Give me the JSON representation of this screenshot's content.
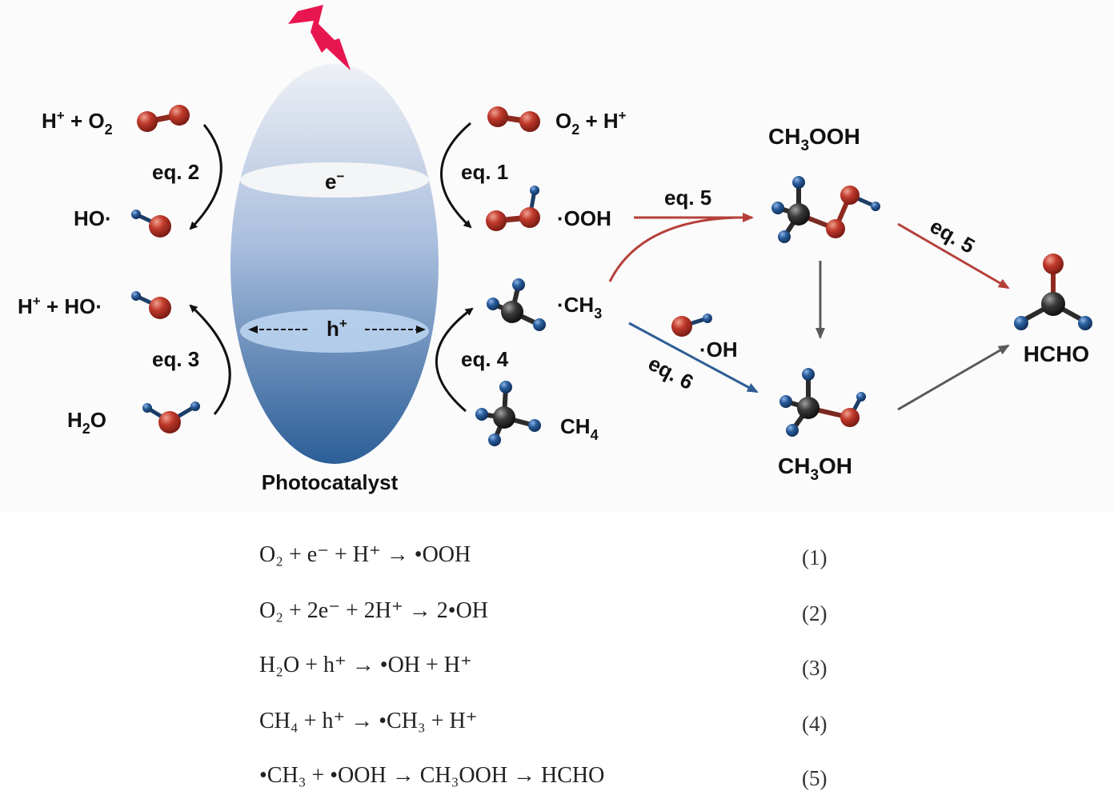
{
  "diagram": {
    "catalyst_label": "Photocatalyst",
    "electron": {
      "base": "e",
      "sup": "−"
    },
    "hole": {
      "base": "h",
      "sup": "+"
    },
    "left": {
      "h_o2": {
        "a": "H",
        "a_sup": "+",
        "mid": " + O",
        "sub": "2"
      },
      "eq2": "eq. 2",
      "ho_radical": "HO·",
      "h_ho": {
        "a": "H",
        "a_sup": "+",
        "rest": " + HO·"
      },
      "eq3": "eq. 3",
      "h2o": {
        "a": "H",
        "sub": "2",
        "b": "O"
      }
    },
    "middle": {
      "o2_h": {
        "a": "O",
        "sub": "2",
        "mid": " + H",
        "sup": "+"
      },
      "eq1": "eq. 1",
      "ooh_radical": "·OOH",
      "ch3_radical": {
        "a": "·CH",
        "sub": "3"
      },
      "eq4": "eq. 4",
      "ch4": {
        "a": "CH",
        "sub": "4"
      }
    },
    "right": {
      "eq5_top": "eq. 5",
      "ch3ooh": {
        "a": "CH",
        "sub": "3",
        "b": "OOH"
      },
      "eq5_diag": "eq. 5",
      "oh_radical": "·OH",
      "eq6": "eq. 6",
      "ch3oh": {
        "a": "CH",
        "sub": "3",
        "b": "OH"
      },
      "hcho": "HCHO"
    },
    "colors": {
      "oxygen": "#c0392b",
      "hydrogen": "#2a5d9c",
      "carbon": "#3a3a3a",
      "arrow_red": "#b5403a",
      "arrow_blue": "#2f5f94",
      "arrow_gray": "#5a5a5a",
      "lightning": "#e8164f"
    }
  },
  "equations": [
    {
      "number": "(1)",
      "text": "O₂ + e⁻ + H⁺ → •OOH"
    },
    {
      "number": "(2)",
      "text": "O₂ + 2e⁻ + 2H⁺ → 2•OH"
    },
    {
      "number": "(3)",
      "text": "H₂O + h⁺ → •OH + H⁺"
    },
    {
      "number": "(4)",
      "text": "CH₄ + h⁺ → •CH₃ + H⁺"
    },
    {
      "number": "(5)",
      "text": "•CH₃ + •OOH → CH₃OOH → HCHO"
    }
  ]
}
